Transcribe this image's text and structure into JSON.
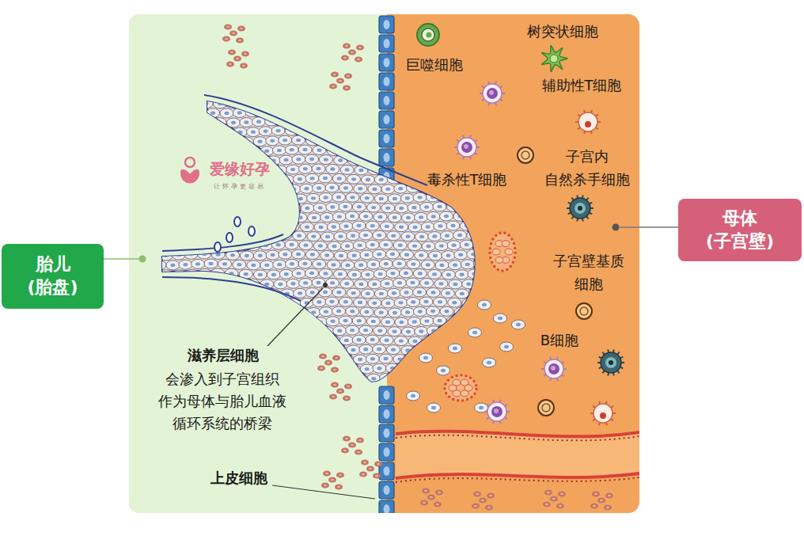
{
  "diagram": {
    "nodes": [
      {
        "text": [
          "胎儿 (胎盘)"
        ]
      },
      {
        "text": [
          "母体 (子宫壁)"
        ]
      }
    ],
    "labels": [
      "树突状细胞",
      "巨噬细胞",
      "辅助性T细胞",
      "子宫内 自然杀手细胞",
      "毒杀性T细胞",
      "爱缘好孕",
      "让怀孕更容易",
      "子宫壁基质 细胞",
      "B细胞",
      "滋养层细胞",
      "会渗入到子宫组织 作为母体与胎儿血液 循环系统的桥梁",
      "上皮细胞"
    ]
  }
}
